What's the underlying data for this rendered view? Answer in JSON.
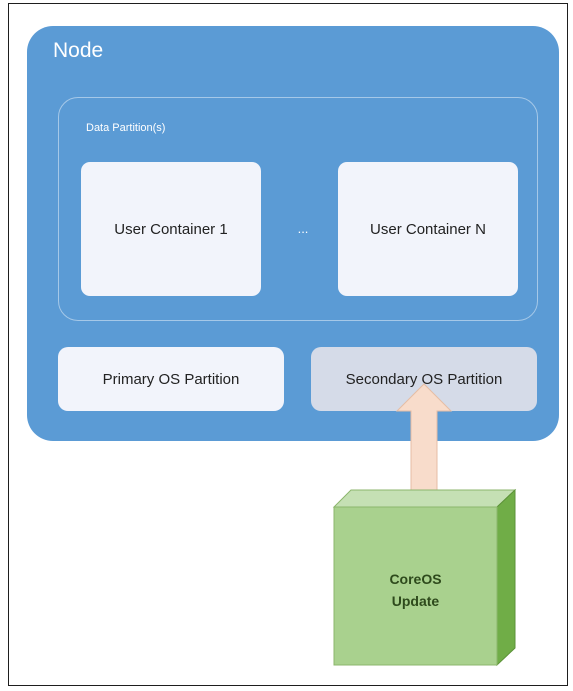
{
  "node": {
    "title": "Node"
  },
  "data_partition": {
    "label": "Data Partition(s)",
    "containers": [
      "User Container 1",
      "User Container N"
    ],
    "ellipsis": "..."
  },
  "os_partitions": {
    "primary": "Primary OS Partition",
    "secondary": "Secondary OS Partition"
  },
  "update": {
    "line1": "CoreOS",
    "line2": "Update"
  },
  "colors": {
    "node_fill": "#5b9bd5",
    "container_fill": "#f2f4fb",
    "secondary_fill": "#d5dbe8",
    "arrow_fill": "#f8dccb",
    "update_front": "#a9d18e",
    "update_top": "#c5e0b4",
    "update_side": "#70ad47"
  }
}
